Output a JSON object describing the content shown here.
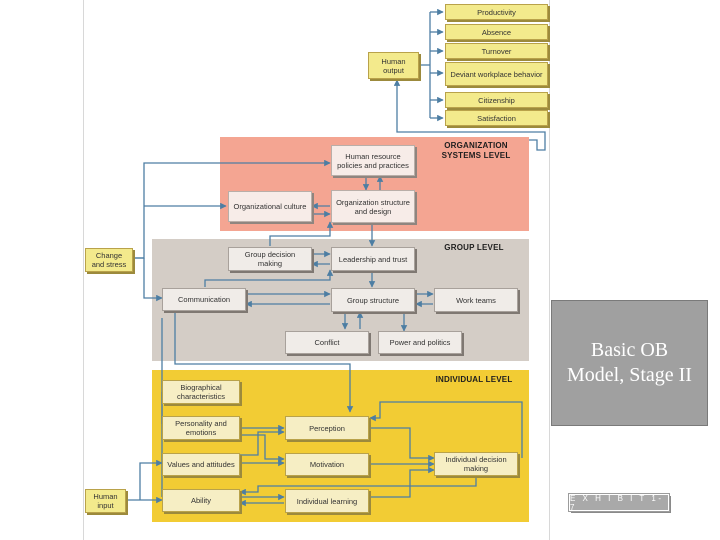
{
  "panel": {
    "title": "Basic OB Model, Stage II"
  },
  "exhibit": {
    "label": "E X H I B I T  1-7"
  },
  "levels": {
    "organization": "ORGANIZATION SYSTEMS LEVEL",
    "group": "GROUP LEVEL",
    "individual": "INDIVIDUAL LEVEL"
  },
  "colors": {
    "organization_band": "#f4a592",
    "group_band": "#d4cdc6",
    "individual_band": "#f2cc34",
    "output_box": "#f3ea8c",
    "arrow": "#4d7ea3"
  },
  "outputs": {
    "human_output": "Human output",
    "items": [
      "Productivity",
      "Absence",
      "Turnover",
      "Deviant workplace behavior",
      "Citizenship",
      "Satisfaction"
    ]
  },
  "inputs": {
    "change_stress": "Change and stress",
    "human_input": "Human input"
  },
  "organization": {
    "hr_policies": "Human resource policies and practices",
    "culture": "Organizational culture",
    "structure": "Organization structure and design"
  },
  "group": {
    "decision_making": "Group decision making",
    "leadership": "Leadership and trust",
    "communication": "Communication",
    "structure": "Group structure",
    "work_teams": "Work teams",
    "conflict": "Conflict",
    "power": "Power and politics"
  },
  "individual": {
    "biographical": "Biographical characteristics",
    "personality": "Personality and emotions",
    "values": "Values and attitudes",
    "ability": "Ability",
    "perception": "Perception",
    "motivation": "Motivation",
    "learning": "Individual learning",
    "decision_making": "Individual decision making"
  }
}
